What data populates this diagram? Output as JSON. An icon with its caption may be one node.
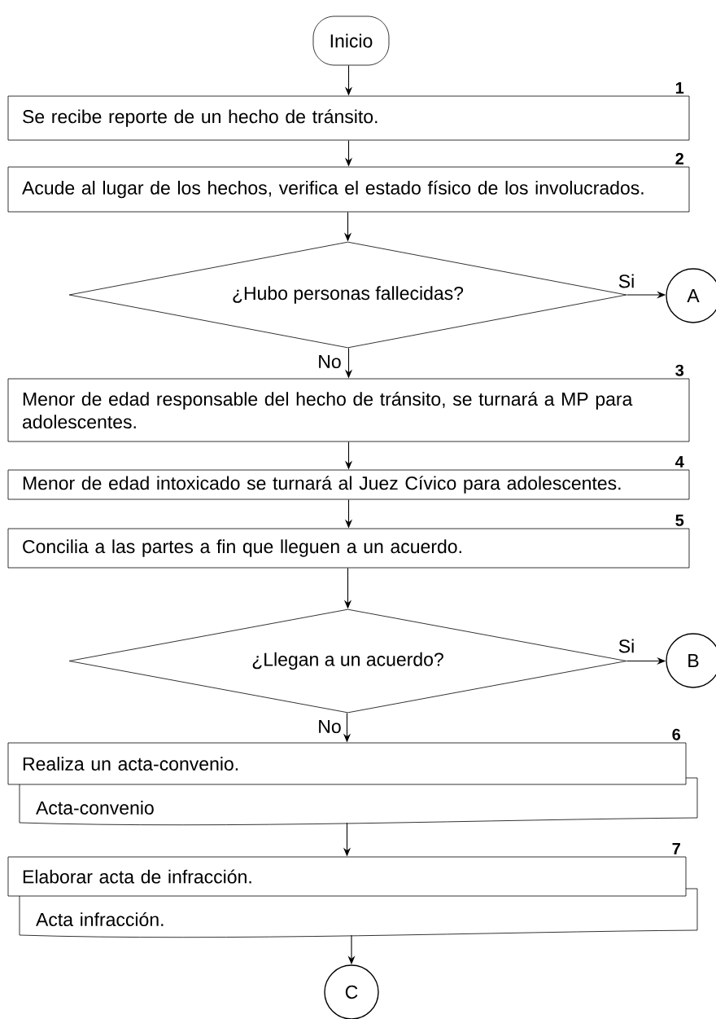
{
  "diagram": {
    "nodes": [
      {
        "text": [
          "Inicio"
        ]
      },
      {
        "text": [
          "Se recibe reporte de un hecho de tránsito."
        ],
        "beside": [
          "1"
        ]
      },
      {
        "text": [
          "Acude al lugar de los hechos, verifica el estado físico de los involucrados."
        ],
        "beside": [
          "2"
        ]
      },
      {
        "text": [
          "¿Hubo personas fallecidas?"
        ]
      },
      {
        "text": [
          "A"
        ]
      },
      {
        "text": [
          "Menor de edad responsable del hecho de tránsito, se turnará a MP para adolescentes."
        ],
        "beside": [
          "3"
        ]
      },
      {
        "text": [
          "Menor de edad intoxicado se turnará al Juez Cívico para adolescentes."
        ],
        "beside": [
          "4"
        ]
      },
      {
        "text": [
          "Concilia a las partes a fin que lleguen a un acuerdo."
        ],
        "beside": [
          "5"
        ]
      },
      {
        "text": [
          "¿Llegan a un acuerdo?"
        ]
      },
      {
        "text": [
          "B"
        ]
      },
      {
        "text": [
          "Realiza un acta-convenio."
        ],
        "beside": [
          "6"
        ]
      },
      {
        "text": [
          "Acta-convenio"
        ]
      },
      {
        "text": [
          "Elaborar acta de infracción."
        ],
        "beside": [
          "7"
        ]
      },
      {
        "text": [
          "Acta infracción."
        ]
      },
      {
        "text": [
          "C"
        ]
      }
    ],
    "edges": [
      {
        "from": 0,
        "to": 1,
        "arrow": "to"
      },
      {
        "from": 1,
        "to": 2,
        "arrow": "to"
      },
      {
        "from": 2,
        "to": 3,
        "arrow": "to"
      },
      {
        "from": 3,
        "to": 4,
        "arrow": "to",
        "label": "Si"
      },
      {
        "from": 3,
        "to": 5,
        "arrow": "to",
        "label": "No"
      },
      {
        "from": 5,
        "to": 6,
        "arrow": "to"
      },
      {
        "from": 6,
        "to": 7,
        "arrow": "to"
      },
      {
        "from": 7,
        "to": 8,
        "arrow": "to"
      },
      {
        "from": 8,
        "to": 9,
        "arrow": "to",
        "label": "Si"
      },
      {
        "from": 8,
        "to": 10,
        "arrow": "to",
        "label": "No"
      },
      {
        "from": 11,
        "to": 12,
        "arrow": "to"
      },
      {
        "from": 13,
        "to": 14,
        "arrow": "to"
      }
    ]
  }
}
